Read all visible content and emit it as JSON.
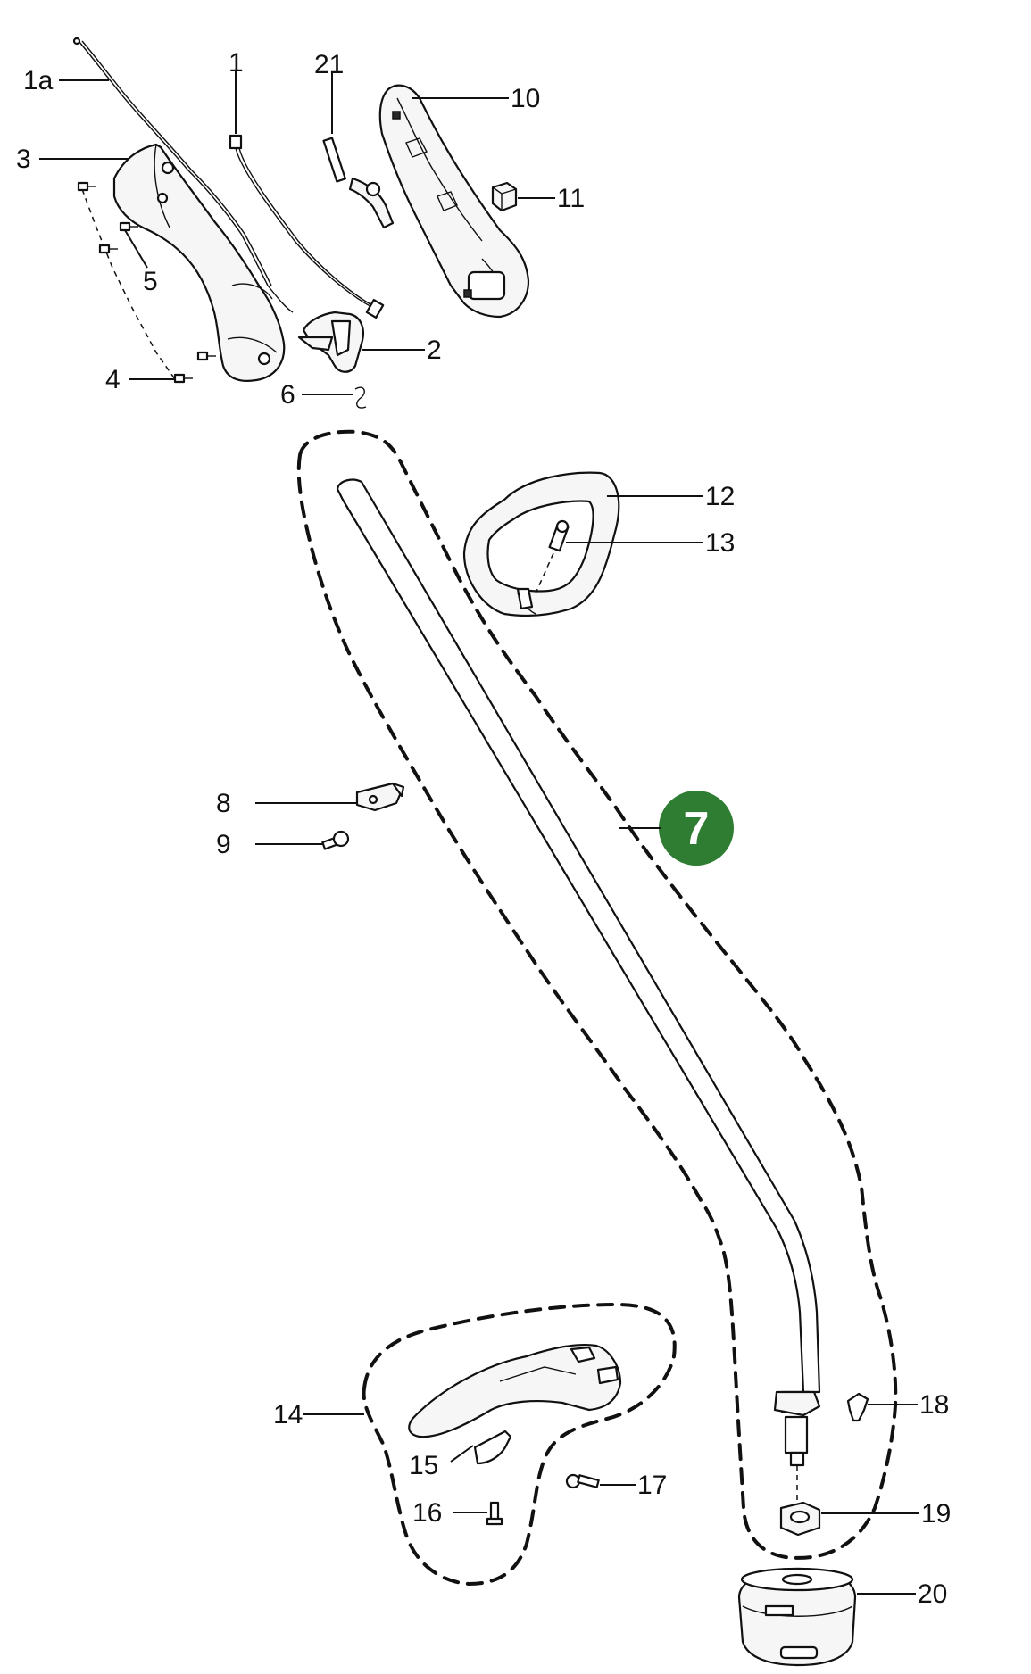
{
  "callouts": {
    "c1a": "1a",
    "c1": "1",
    "c21": "21",
    "c10": "10",
    "c3": "3",
    "c11": "11",
    "c5": "5",
    "c2": "2",
    "c4": "4",
    "c6": "6",
    "c12": "12",
    "c13": "13",
    "c8": "8",
    "c9": "9",
    "c7": "7",
    "c14": "14",
    "c18": "18",
    "c15": "15",
    "c17": "17",
    "c16": "16",
    "c19": "19",
    "c20": "20"
  },
  "colors": {
    "badge": "#2e7d32",
    "line": "#111111"
  }
}
